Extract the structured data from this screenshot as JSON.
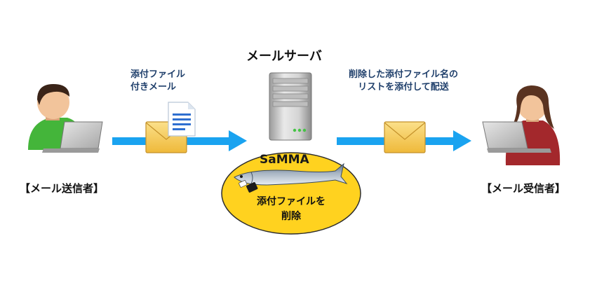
{
  "server": {
    "title": "メールサーバ"
  },
  "sender": {
    "note_line1": "添付ファイル",
    "note_line2": "付きメール",
    "label": "【メール送信者】"
  },
  "receiver": {
    "note_line1": "削除した添付ファイル名の",
    "note_line2": "リストを添付して配送",
    "label": "【メール受信者】"
  },
  "samma": {
    "name": "SaMMA",
    "action_line1": "添付ファイルを",
    "action_line2": "削除"
  },
  "icons": [
    "sender-person-icon",
    "laptop-icon",
    "envelope-icon",
    "document-icon",
    "server-tower-icon",
    "fish-icon",
    "receiver-person-icon"
  ],
  "colors": {
    "arrow": "#1aa3f0",
    "ellipse": "#ffd21f",
    "envelope": "#f7cf5d",
    "sender_shirt": "#44b53a",
    "receiver_shirt": "#a3282c"
  }
}
